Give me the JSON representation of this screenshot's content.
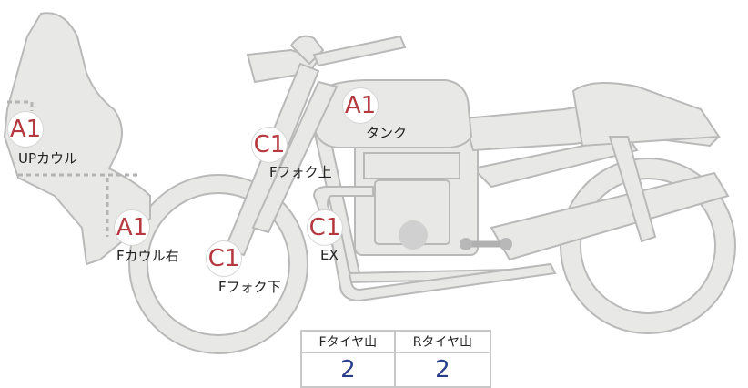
{
  "parts": {
    "up_cowl": {
      "grade": "A1",
      "label": "UPカウル"
    },
    "tank": {
      "grade": "A1",
      "label": "タンク"
    },
    "f_fork_upper": {
      "grade": "C1",
      "label": "Fフォク上"
    },
    "f_cowl_right": {
      "grade": "A1",
      "label": "Fカウル右"
    },
    "ex": {
      "grade": "C1",
      "label": "EX"
    },
    "f_fork_lower": {
      "grade": "C1",
      "label": "Fフォク下"
    }
  },
  "tire_table": {
    "front_header": "Fタイヤ山",
    "rear_header": "Rタイヤ山",
    "front_value": "2",
    "rear_value": "2"
  },
  "colors": {
    "grade_text": "#b5383f",
    "value_text": "#2a3d8a",
    "body_fill": "#e8e8e6"
  }
}
